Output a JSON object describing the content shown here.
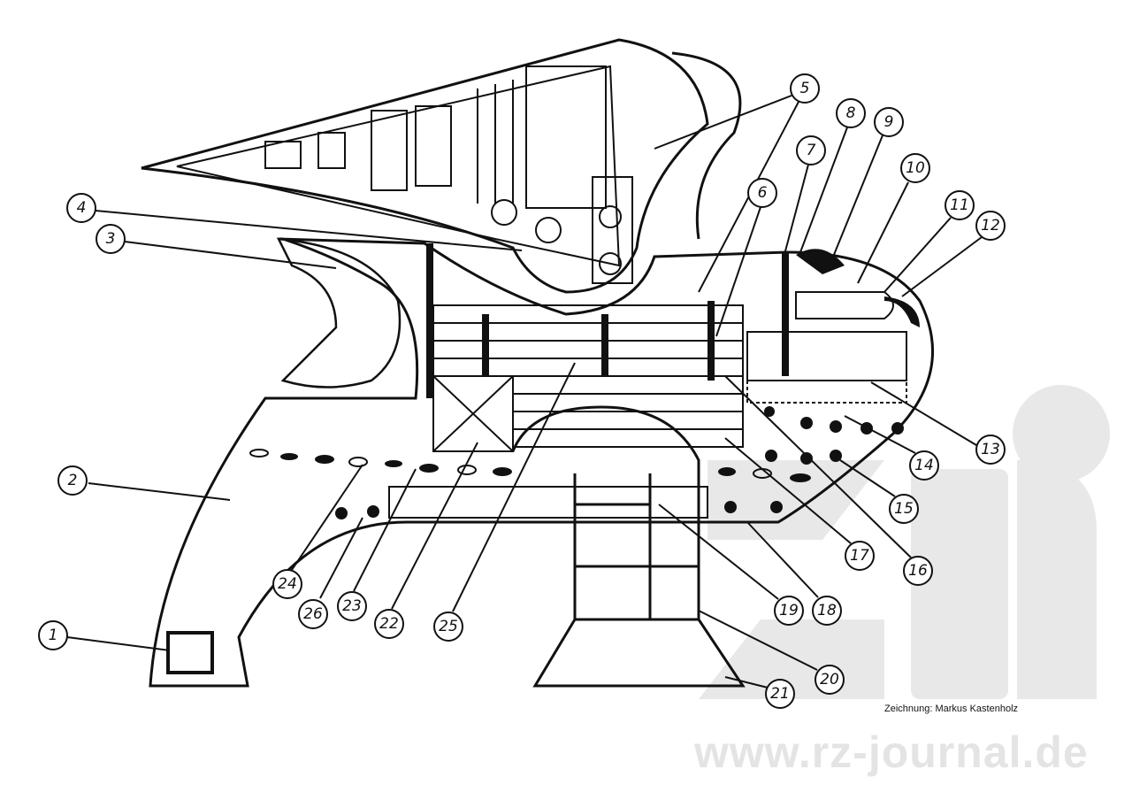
{
  "watermark": "www.rz-journal.de",
  "credit": "Zeichnung: Markus Kastenholz",
  "callouts": [
    "1",
    "2",
    "3",
    "4",
    "5",
    "6",
    "7",
    "8",
    "9",
    "10",
    "11",
    "12",
    "13",
    "14",
    "15",
    "16",
    "17",
    "18",
    "19",
    "20",
    "21",
    "22",
    "23",
    "24",
    "25",
    "26"
  ],
  "colors": {
    "ink": "#111111",
    "watermark": "#e4e4e4"
  }
}
